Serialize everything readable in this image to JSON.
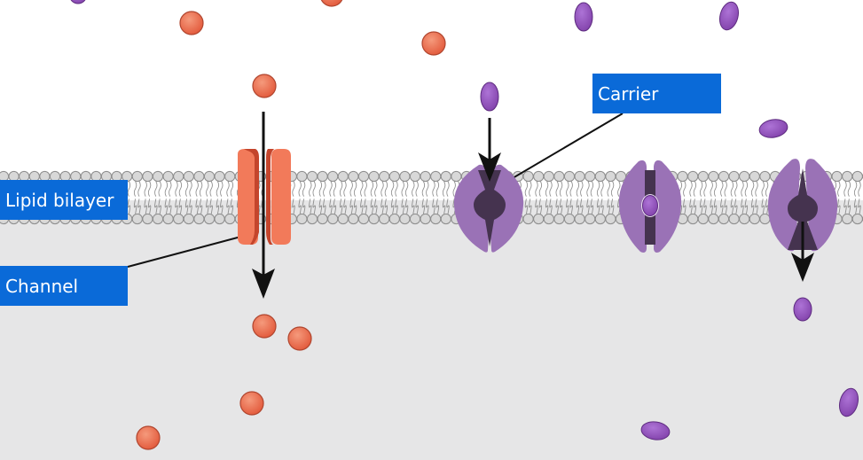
{
  "labels": {
    "lipid_bilayer": "Lipid bilayer",
    "channel": "Channel",
    "carrier": "Carrier"
  },
  "colors": {
    "extracellular": "#ffffff",
    "cytoplasm": "#e6e6e7",
    "lipid_head": "#d8d8d8",
    "lipid_head_stroke": "#8c8c8c",
    "channel_protein": "#f27a5a",
    "channel_protein_dark": "#c4452c",
    "carrier_protein": "#9a72b6",
    "carrier_pore": "#45334f",
    "ion": "#e8603f",
    "solute": "#8e4fb6",
    "label_box": "#0a6ad8",
    "arrow": "#111111"
  },
  "icons": {
    "ion": "orange-ion-sphere",
    "solute": "purple-solute-ellipse",
    "channel": "channel-protein",
    "carrier": "carrier-protein"
  }
}
